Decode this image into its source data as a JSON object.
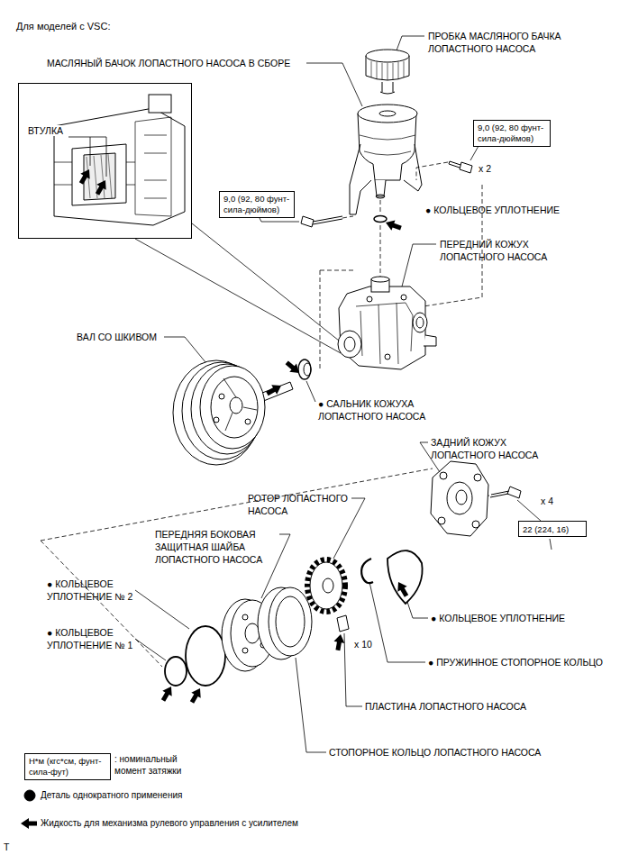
{
  "diagram": {
    "title": "Для моделей с VSC:",
    "nodes": [
      {
        "text": [
          "ВТУЛКА"
        ]
      },
      {
        "text": [
          "9,0 (92, 80 фунт-сила-дюймов)"
        ]
      },
      {
        "text": [
          "9,0 (92, 80 фунт-сила-дюймов)"
        ]
      },
      {
        "text": [
          "22 (224, 16)"
        ]
      },
      {
        "text": [
          "Н*м (кгс*см, фунт-сила-фут)"
        ]
      }
    ],
    "labels": [
      "ПРОБКА МАСЛЯНОГО БАЧКА ЛОПАСТНОГО НАСОСА",
      "МАСЛЯНЫЙ БАЧОК ЛОПАСТНОГО НАСОСА В СБОРЕ",
      "x 2",
      "● КОЛЬЦЕВОЕ УПЛОТНЕНИЕ",
      "ПЕРЕДНИЙ КОЖУХ ЛОПАСТНОГО НАСОСА",
      "ВАЛ СО ШКИВОМ",
      "● САЛЬНИК КОЖУХА ЛОПАСТНОГО НАСОСА",
      "ЗАДНИЙ КОЖУХ ЛОПАСТНОГО НАСОСА",
      "РОТОР ЛОПАСТНОГО НАСОСА",
      "x 4",
      "ПЕРЕДНЯЯ БОКОВАЯ ЗАЩИТНАЯ ШАЙБА ЛОПАСТНОГО НАСОСА",
      "● КОЛЬЦЕВОЕ УПЛОТНЕНИЕ № 2",
      "● КОЛЬЦЕВОЕ УПЛОТНЕНИЕ № 1",
      "● КОЛЬЦЕВОЕ УПЛОТНЕНИЕ",
      "x 10",
      "● ПРУЖИННОЕ СТОПОРНОЕ КОЛЬЦО",
      "ПЛАСТИНА ЛОПАСТНОГО НАСОСА",
      "СТОПОРНОЕ КОЛЬЦО ЛОПАСТНОГО НАСОСА",
      "T"
    ],
    "legend": [
      {
        "text": ": номинальный момент затяжки"
      },
      {
        "text": "Деталь однократного применения"
      },
      {
        "text": "Жидкость для механизма рулевого управления с усилителем"
      }
    ]
  }
}
